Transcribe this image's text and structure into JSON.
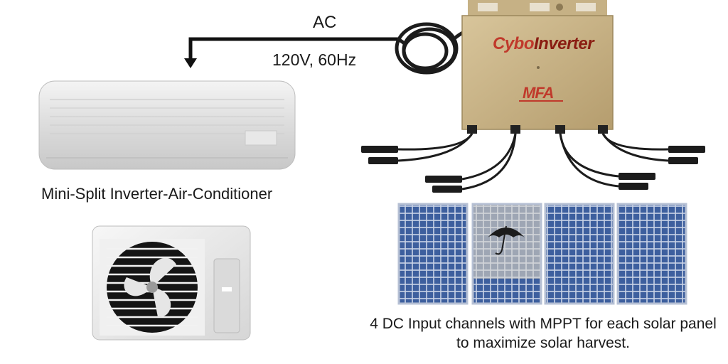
{
  "diagram": {
    "ac_label": "AC",
    "voltage_label": "120V, 60Hz",
    "indoor_unit_caption": "Mini-Split Inverter-Air-Conditioner",
    "inverter_brand_prefix": "Cybo",
    "inverter_brand_suffix": "Inverter",
    "inverter_maker": "MFA",
    "solar_caption": "4 DC Input channels with MPPT for each solar panel to maximize solar harvest."
  },
  "colors": {
    "inverter_body": "#c9b487",
    "brand_red": "#c0392b",
    "panel_blue": "#3d5f9e",
    "cable": "#1c1c1c"
  },
  "icons": [
    "umbrella-icon",
    "fan-icon"
  ]
}
